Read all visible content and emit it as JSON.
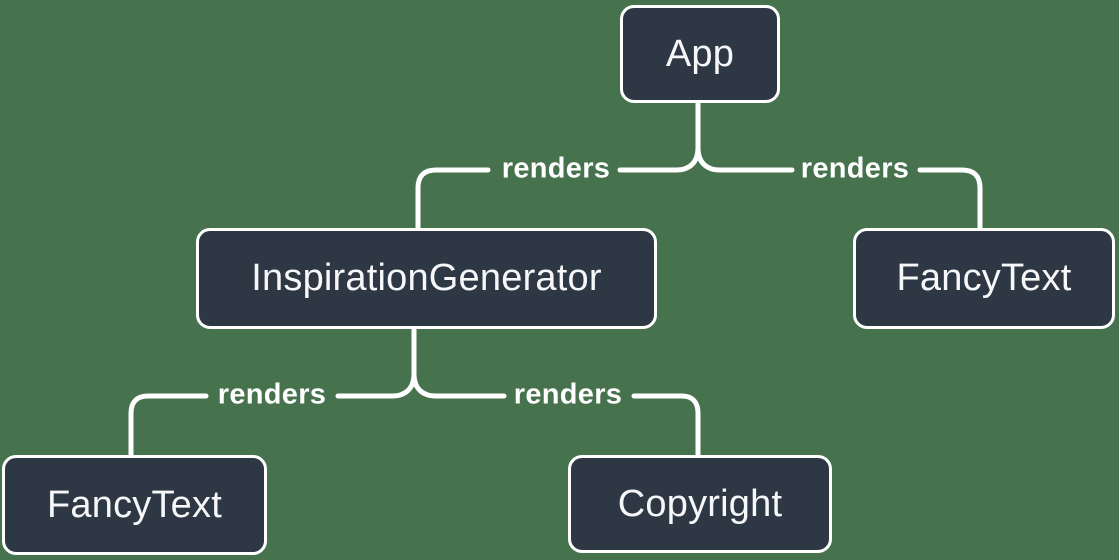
{
  "colors": {
    "background": "#47724e",
    "node_fill": "#2e3744",
    "node_border": "#ffffff",
    "node_text": "#f6f7f9",
    "edge": "#ffffff",
    "edge_label_text": "#ffffff"
  },
  "diagram": {
    "kind": "component-render-tree"
  },
  "nodes": [
    {
      "id": "app",
      "label": "App"
    },
    {
      "id": "inspiration-generator",
      "label": "InspirationGenerator"
    },
    {
      "id": "fancy-text-top",
      "label": "FancyText"
    },
    {
      "id": "fancy-text-bottom",
      "label": "FancyText"
    },
    {
      "id": "copyright",
      "label": "Copyright"
    }
  ],
  "edges": [
    {
      "from": "App",
      "to": "InspirationGenerator",
      "label": "renders"
    },
    {
      "from": "App",
      "to": "FancyText",
      "label": "renders"
    },
    {
      "from": "InspirationGenerator",
      "to": "FancyText",
      "label": "renders"
    },
    {
      "from": "InspirationGenerator",
      "to": "Copyright",
      "label": "renders"
    }
  ]
}
